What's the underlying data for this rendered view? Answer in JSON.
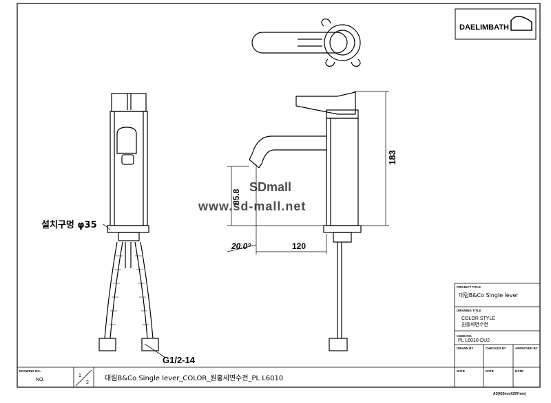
{
  "brand": {
    "logo_text": "DAELIMBATH",
    "logo_mark": "b"
  },
  "watermark": {
    "line1": "SDmall",
    "line2": "www.sd-mall.net"
  },
  "dimensions": {
    "hole": "설치구멍 φ35",
    "thread": "G1/2-14",
    "height_total": "183",
    "height_spout": "85.8",
    "angle": "20.0°",
    "reach": "120"
  },
  "title_block": {
    "project_title_label": "PROJECT TITLE",
    "project_title": "대림B&Co  Single lever",
    "drawing_title_label": "DRAWING TITLE",
    "drawing_title_1": "COLOR STYLE",
    "drawing_title_2": "원홀세면수전",
    "code_no_label": "CODE NO.",
    "code_no": "PL L6010-DU2",
    "drawn_by_label": "DRAWN BY",
    "checked_by_label": "CHECKED BY",
    "approved_by_label": "APPROVED BY",
    "date_label": "DATE",
    "sheet_size": "A3(420mmX297mm)"
  },
  "bottom_strip": {
    "drawing_no_label": "DRAWING NO.",
    "no_label": "NO.",
    "sheet_num": "1",
    "sheet_total": "2",
    "description": "대림B&Co  Single  lever_COLOR_원홀세면수전_PL  L6010"
  }
}
